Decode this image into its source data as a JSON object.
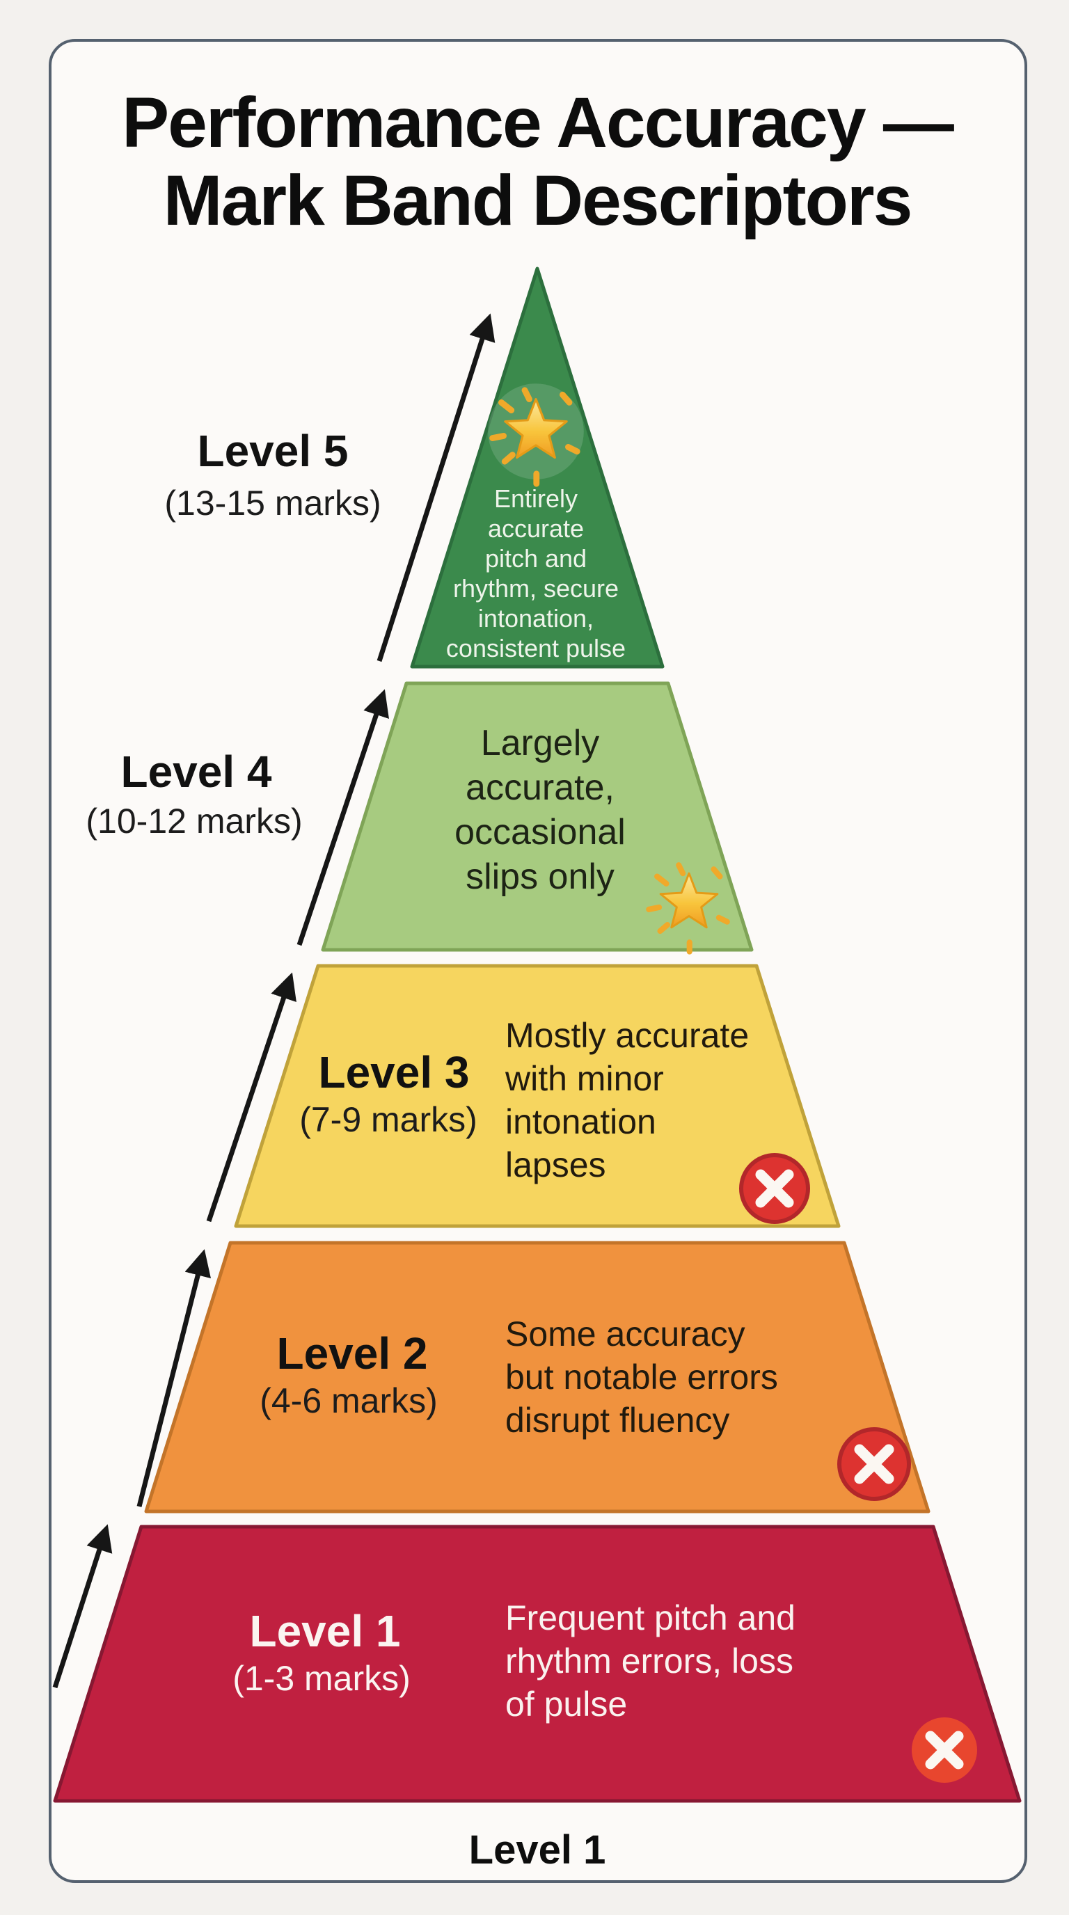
{
  "title": {
    "line1": "Performance Accuracy —",
    "line2": "Mark Band Descriptors"
  },
  "levels": [
    {
      "name": "Level 5",
      "marks": "(13-15 marks)",
      "descriptor_lines": [
        "Entirely",
        "accurate",
        "pitch and",
        "rhythm, secure",
        "intonation,",
        "consistent pulse"
      ],
      "icon": "glowing-star",
      "colors": {
        "fill": "#3b8a4c",
        "stroke": "#2c6f3d",
        "text": "#eef4ea"
      }
    },
    {
      "name": "Level 4",
      "marks": "(10-12 marks)",
      "descriptor_lines": [
        "Largely",
        "accurate,",
        "occasional",
        "slips only"
      ],
      "icon": "glowing-star",
      "colors": {
        "fill": "#a7cb80",
        "stroke": "#7fa457",
        "text": "#1d2415"
      }
    },
    {
      "name": "Level 3",
      "marks": "(7-9 marks)",
      "descriptor_lines": [
        "Mostly accurate",
        "with minor",
        "intonation",
        "lapses"
      ],
      "icon": "cross-mark",
      "colors": {
        "fill": "#f6d55f",
        "stroke": "#c0a23a",
        "text": "#211a0e"
      }
    },
    {
      "name": "Level 2",
      "marks": "(4-6 marks)",
      "descriptor_lines": [
        "Some accuracy",
        "but notable errors",
        "disrupt fluency"
      ],
      "icon": "cross-mark",
      "colors": {
        "fill": "#f0923e",
        "stroke": "#c37429",
        "text": "#221407"
      }
    },
    {
      "name": "Level 1",
      "marks": "(1-3 marks)",
      "descriptor_lines": [
        "Frequent pitch and",
        "rhythm errors, loss",
        "of pulse"
      ],
      "icon": "cross-mark",
      "colors": {
        "fill": "#c02040",
        "stroke": "#871832",
        "text": "#faf2ef"
      }
    }
  ],
  "icons": {
    "star_fill": "#f8c53c",
    "star_stroke": "#e49b17",
    "star_ray": "#f0a92a",
    "cross_fill": "#dd3330",
    "cross_ring": "#b2272a",
    "cross_fill_bottom": "#e8462e",
    "cross_x": "#fbf7f2"
  },
  "arrow_color": "#161616",
  "footer": {
    "label": "Level 1"
  }
}
